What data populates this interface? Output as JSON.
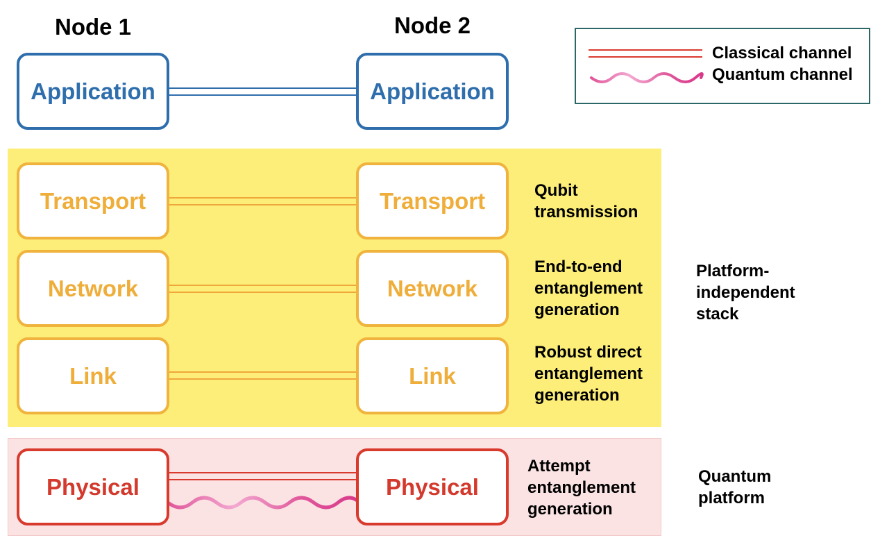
{
  "nodes": {
    "node1_title": "Node 1",
    "node2_title": "Node 2"
  },
  "layers": {
    "application": "Application",
    "transport": "Transport",
    "network": "Network",
    "link": "Link",
    "physical": "Physical"
  },
  "descriptions": {
    "transport": [
      "Qubit",
      "transmission"
    ],
    "network": [
      "End-to-end",
      "entanglement",
      "generation"
    ],
    "link": [
      "Robust direct",
      "entanglement",
      "generation"
    ],
    "physical": [
      "Attempt",
      "entanglement",
      "generation"
    ]
  },
  "groups": {
    "stack": [
      "Platform-",
      "independent",
      "stack"
    ],
    "platform": [
      "Quantum",
      "platform"
    ]
  },
  "legend": {
    "classical": "Classical channel",
    "quantum": "Quantum channel"
  },
  "colors": {
    "application": "#2f6ead",
    "middle_layers": "#f0b43e",
    "physical": "#d93a2e",
    "stack_band": "#fcee78",
    "platform_band": "#fbe3e3",
    "quantum_wave": "#e0569a",
    "legend_border": "#2c6767"
  }
}
